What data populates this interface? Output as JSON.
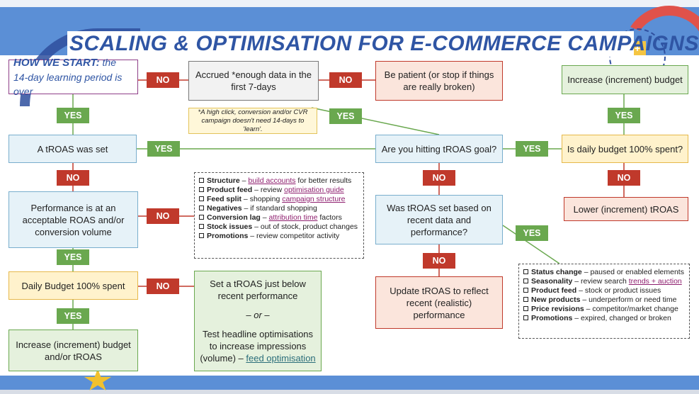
{
  "title": "SCALING & OPTIMISATION FOR E-COMMERCE CAMPAIGNS",
  "deco_plus": "+",
  "pill_yes": "YES",
  "pill_no": "NO",
  "nodes": {
    "start_bold": "HOW WE START:",
    "start_rest": " the 14-day learning period is over",
    "accrued": "Accrued *enough data in the first 7-days",
    "patient": "Be patient (or stop if things are really broken)",
    "note": "*A high click, conversion and/or CVR campaign doesn't need 14-days to 'learn'.",
    "troas_set": "A tROAS was set",
    "hitting": "Are you hitting tROAS goal?",
    "daily_spent_q": "Is daily budget 100% spent?",
    "increase_budget": "Increase (increment) budget",
    "lower_troas": "Lower (increment) tROAS",
    "performance": "Performance is at an acceptable ROAS and/or conversion volume",
    "was_set": "Was tROAS set based on recent data and performance?",
    "update": "Update tROAS to reflect recent (realistic) performance",
    "daily100": "Daily Budget 100% spent",
    "increase_both": "Increase (increment) budget and/or tROAS",
    "set_below": "Set a tROAS just below recent performance",
    "or": "– or –",
    "test_headline": "Test headline optimisations to increase impressions (volume) –",
    "feed_opt": "feed optimisation"
  },
  "list1": [
    {
      "b": "Structure",
      "pre": " – ",
      "link": "build accounts",
      "post": " for better results"
    },
    {
      "b": "Product feed",
      "pre": " – review ",
      "link": "optimisation guide",
      "post": ""
    },
    {
      "b": "Feed split",
      "pre": " – shopping ",
      "link": "campaign structure",
      "post": ""
    },
    {
      "b": "Negatives",
      "pre": " – if standard shopping",
      "link": "",
      "post": ""
    },
    {
      "b": "Conversion lag",
      "pre": " – ",
      "link": "attribution time",
      "post": " factors"
    },
    {
      "b": "Stock issues",
      "pre": " – out of stock, product changes",
      "link": "",
      "post": ""
    },
    {
      "b": "Promotions",
      "pre": " – review competitor activity",
      "link": "",
      "post": ""
    }
  ],
  "list2": [
    {
      "b": "Status change",
      "pre": " – paused or enabled elements",
      "link": "",
      "post": ""
    },
    {
      "b": "Seasonality",
      "pre": " – review search ",
      "link": "trends + auction",
      "post": ""
    },
    {
      "b": "Product feed",
      "pre": " – stock or product issues",
      "link": "",
      "post": ""
    },
    {
      "b": "New products",
      "pre": " – underperform or need time",
      "link": "",
      "post": ""
    },
    {
      "b": "Price revisions",
      "pre": " – competitor/market change",
      "link": "",
      "post": ""
    },
    {
      "b": "Promotions",
      "pre": " – expired, changed or broken",
      "link": "",
      "post": ""
    }
  ]
}
